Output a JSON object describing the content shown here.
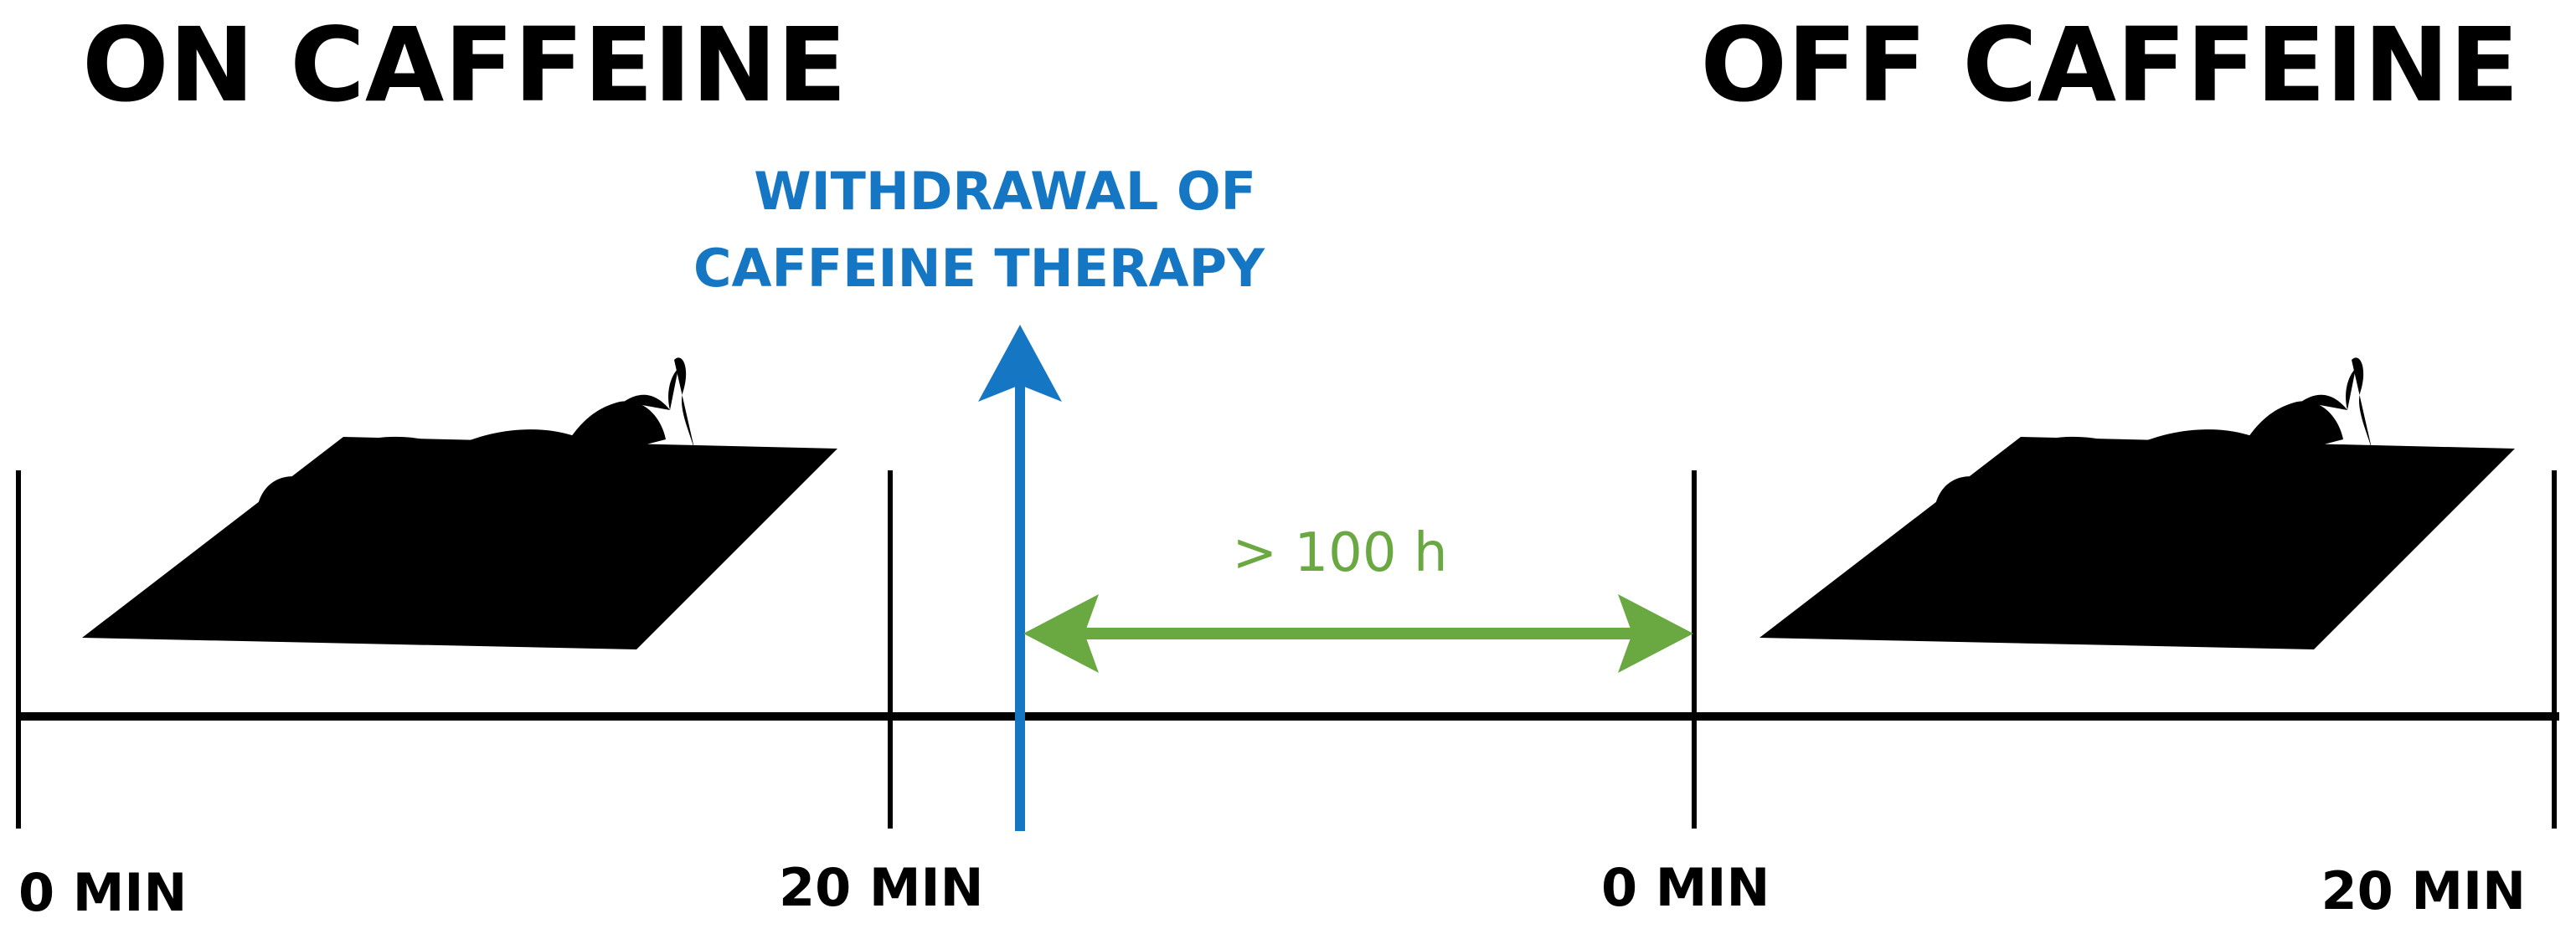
{
  "titles": {
    "on": "ON CAFFEINE",
    "off": "OFF CAFFEINE"
  },
  "withdrawal": {
    "line1": "WITHDRAWAL OF",
    "line2": "CAFFEINE THERAPY"
  },
  "interval": "> 100 h",
  "ticks": {
    "on_start": "0 MIN",
    "on_end": "20 MIN",
    "off_start": "0 MIN",
    "off_end": "20 MIN"
  },
  "colors": {
    "blue": "#1577c3",
    "green": "#6aa842",
    "black": "#000000"
  },
  "icons": [
    "infant-icon",
    "infant-icon"
  ]
}
